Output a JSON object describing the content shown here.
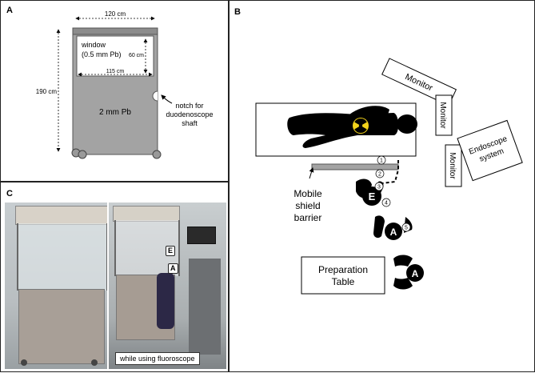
{
  "panel_a": {
    "label": "A",
    "width_dim": "120 cm",
    "height_dim": "190 cm",
    "window_label_1": "window",
    "window_label_2": "(0.5 mm Pb)",
    "window_height_dim": "60 cm",
    "window_width_dim": "115 cm",
    "body_label": "2 mm Pb",
    "notch_label_1": "notch for",
    "notch_label_2": "duodenoscope",
    "notch_label_3": "shaft"
  },
  "panel_b": {
    "label": "B",
    "monitor_1": "Monitor",
    "monitor_2": "Monitor",
    "monitor_3": "Monitor",
    "endoscope_1": "Endoscope",
    "endoscope_2": "system",
    "shield_1": "Mobile",
    "shield_2": "shield",
    "shield_3": "barrier",
    "prep_1": "Preparation",
    "prep_2": "Table",
    "staff_e": "E",
    "staff_a1": "A",
    "staff_a2": "A",
    "pos_1": "1",
    "pos_2": "2",
    "pos_3": "3",
    "pos_4": "4",
    "pos_5": "5"
  },
  "panel_c": {
    "label": "C",
    "tag_e": "E",
    "tag_a": "A",
    "caption": "while using fluoroscope"
  },
  "colors": {
    "shield_fill": "#a3a3a3",
    "radiation_yellow": "#f2d21b",
    "frame_grey": "#8a8a8a"
  }
}
